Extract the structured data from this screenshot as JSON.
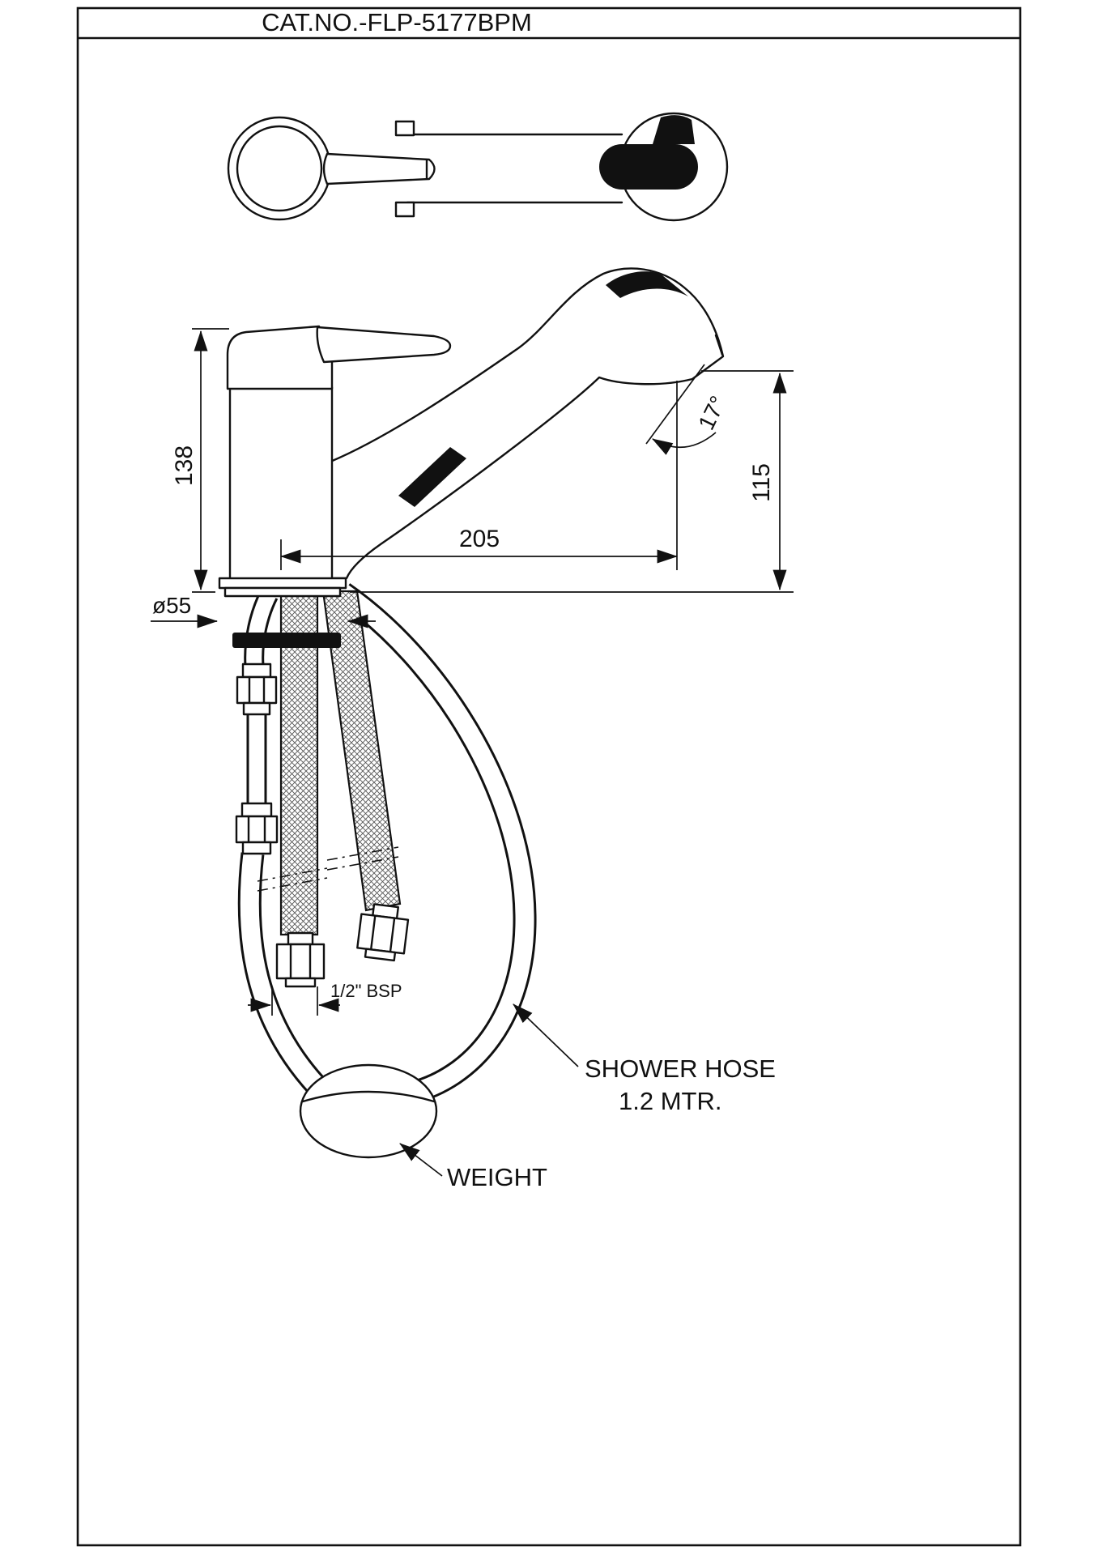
{
  "title": "CAT.NO.-FLP-5177BPM",
  "dimensions": {
    "total_height": "138",
    "spout_reach": "205",
    "spout_height": "115",
    "spray_angle": "17°",
    "base_diameter": "ø55",
    "connection_thread": "1/2\" BSP"
  },
  "callouts": {
    "shower_hose_line1": "SHOWER HOSE",
    "shower_hose_line2": "1.2 MTR.",
    "weight": "WEIGHT"
  },
  "colors": {
    "line": "#111111",
    "background": "#ffffff"
  }
}
